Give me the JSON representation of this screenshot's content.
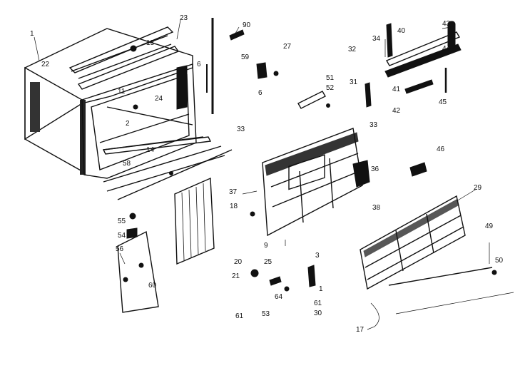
{
  "diagram": {
    "callouts": [
      "1",
      "22",
      "23",
      "13",
      "11",
      "6",
      "24",
      "2",
      "14",
      "58",
      "90",
      "59",
      "6",
      "27",
      "51",
      "52",
      "33",
      "34",
      "40",
      "43",
      "32",
      "44",
      "41",
      "31",
      "42",
      "45",
      "33",
      "46",
      "36",
      "38",
      "29",
      "37",
      "18",
      "9",
      "55",
      "54",
      "56",
      "60",
      "20",
      "21",
      "25",
      "64",
      "61",
      "53",
      "3",
      "1",
      "61",
      "30",
      "49",
      "50",
      "17"
    ]
  }
}
